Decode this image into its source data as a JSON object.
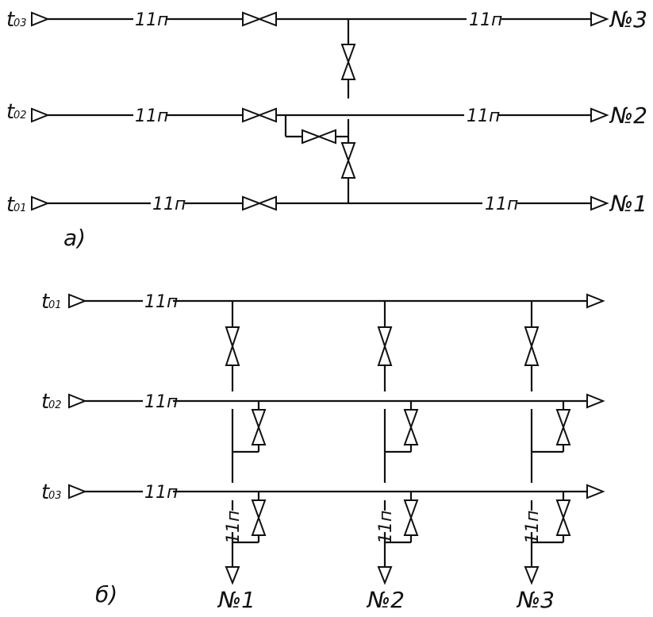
{
  "diagram_a": {
    "caption": "а)",
    "lines": [
      {
        "temp_letter": "t",
        "temp_sub": "03",
        "pipe_in": "11п",
        "pipe_out": "11п",
        "outlet": "№3"
      },
      {
        "temp_letter": "t",
        "temp_sub": "02",
        "pipe_in": "11п",
        "pipe_out": "11п",
        "outlet": "№2"
      },
      {
        "temp_letter": "t",
        "temp_sub": "01",
        "pipe_in": "11п",
        "pipe_out": "11п",
        "outlet": "№1"
      }
    ]
  },
  "diagram_b": {
    "caption": "б)",
    "lines": [
      {
        "temp_letter": "t",
        "temp_sub": "01",
        "pipe": "11п"
      },
      {
        "temp_letter": "t",
        "temp_sub": "02",
        "pipe": "11п"
      },
      {
        "temp_letter": "t",
        "temp_sub": "03",
        "pipe": "11п"
      }
    ],
    "drops": [
      {
        "pipe": "11п",
        "outlet": "№1"
      },
      {
        "pipe": "11п",
        "outlet": "№2"
      },
      {
        "pipe": "11п",
        "outlet": "№3"
      }
    ]
  }
}
